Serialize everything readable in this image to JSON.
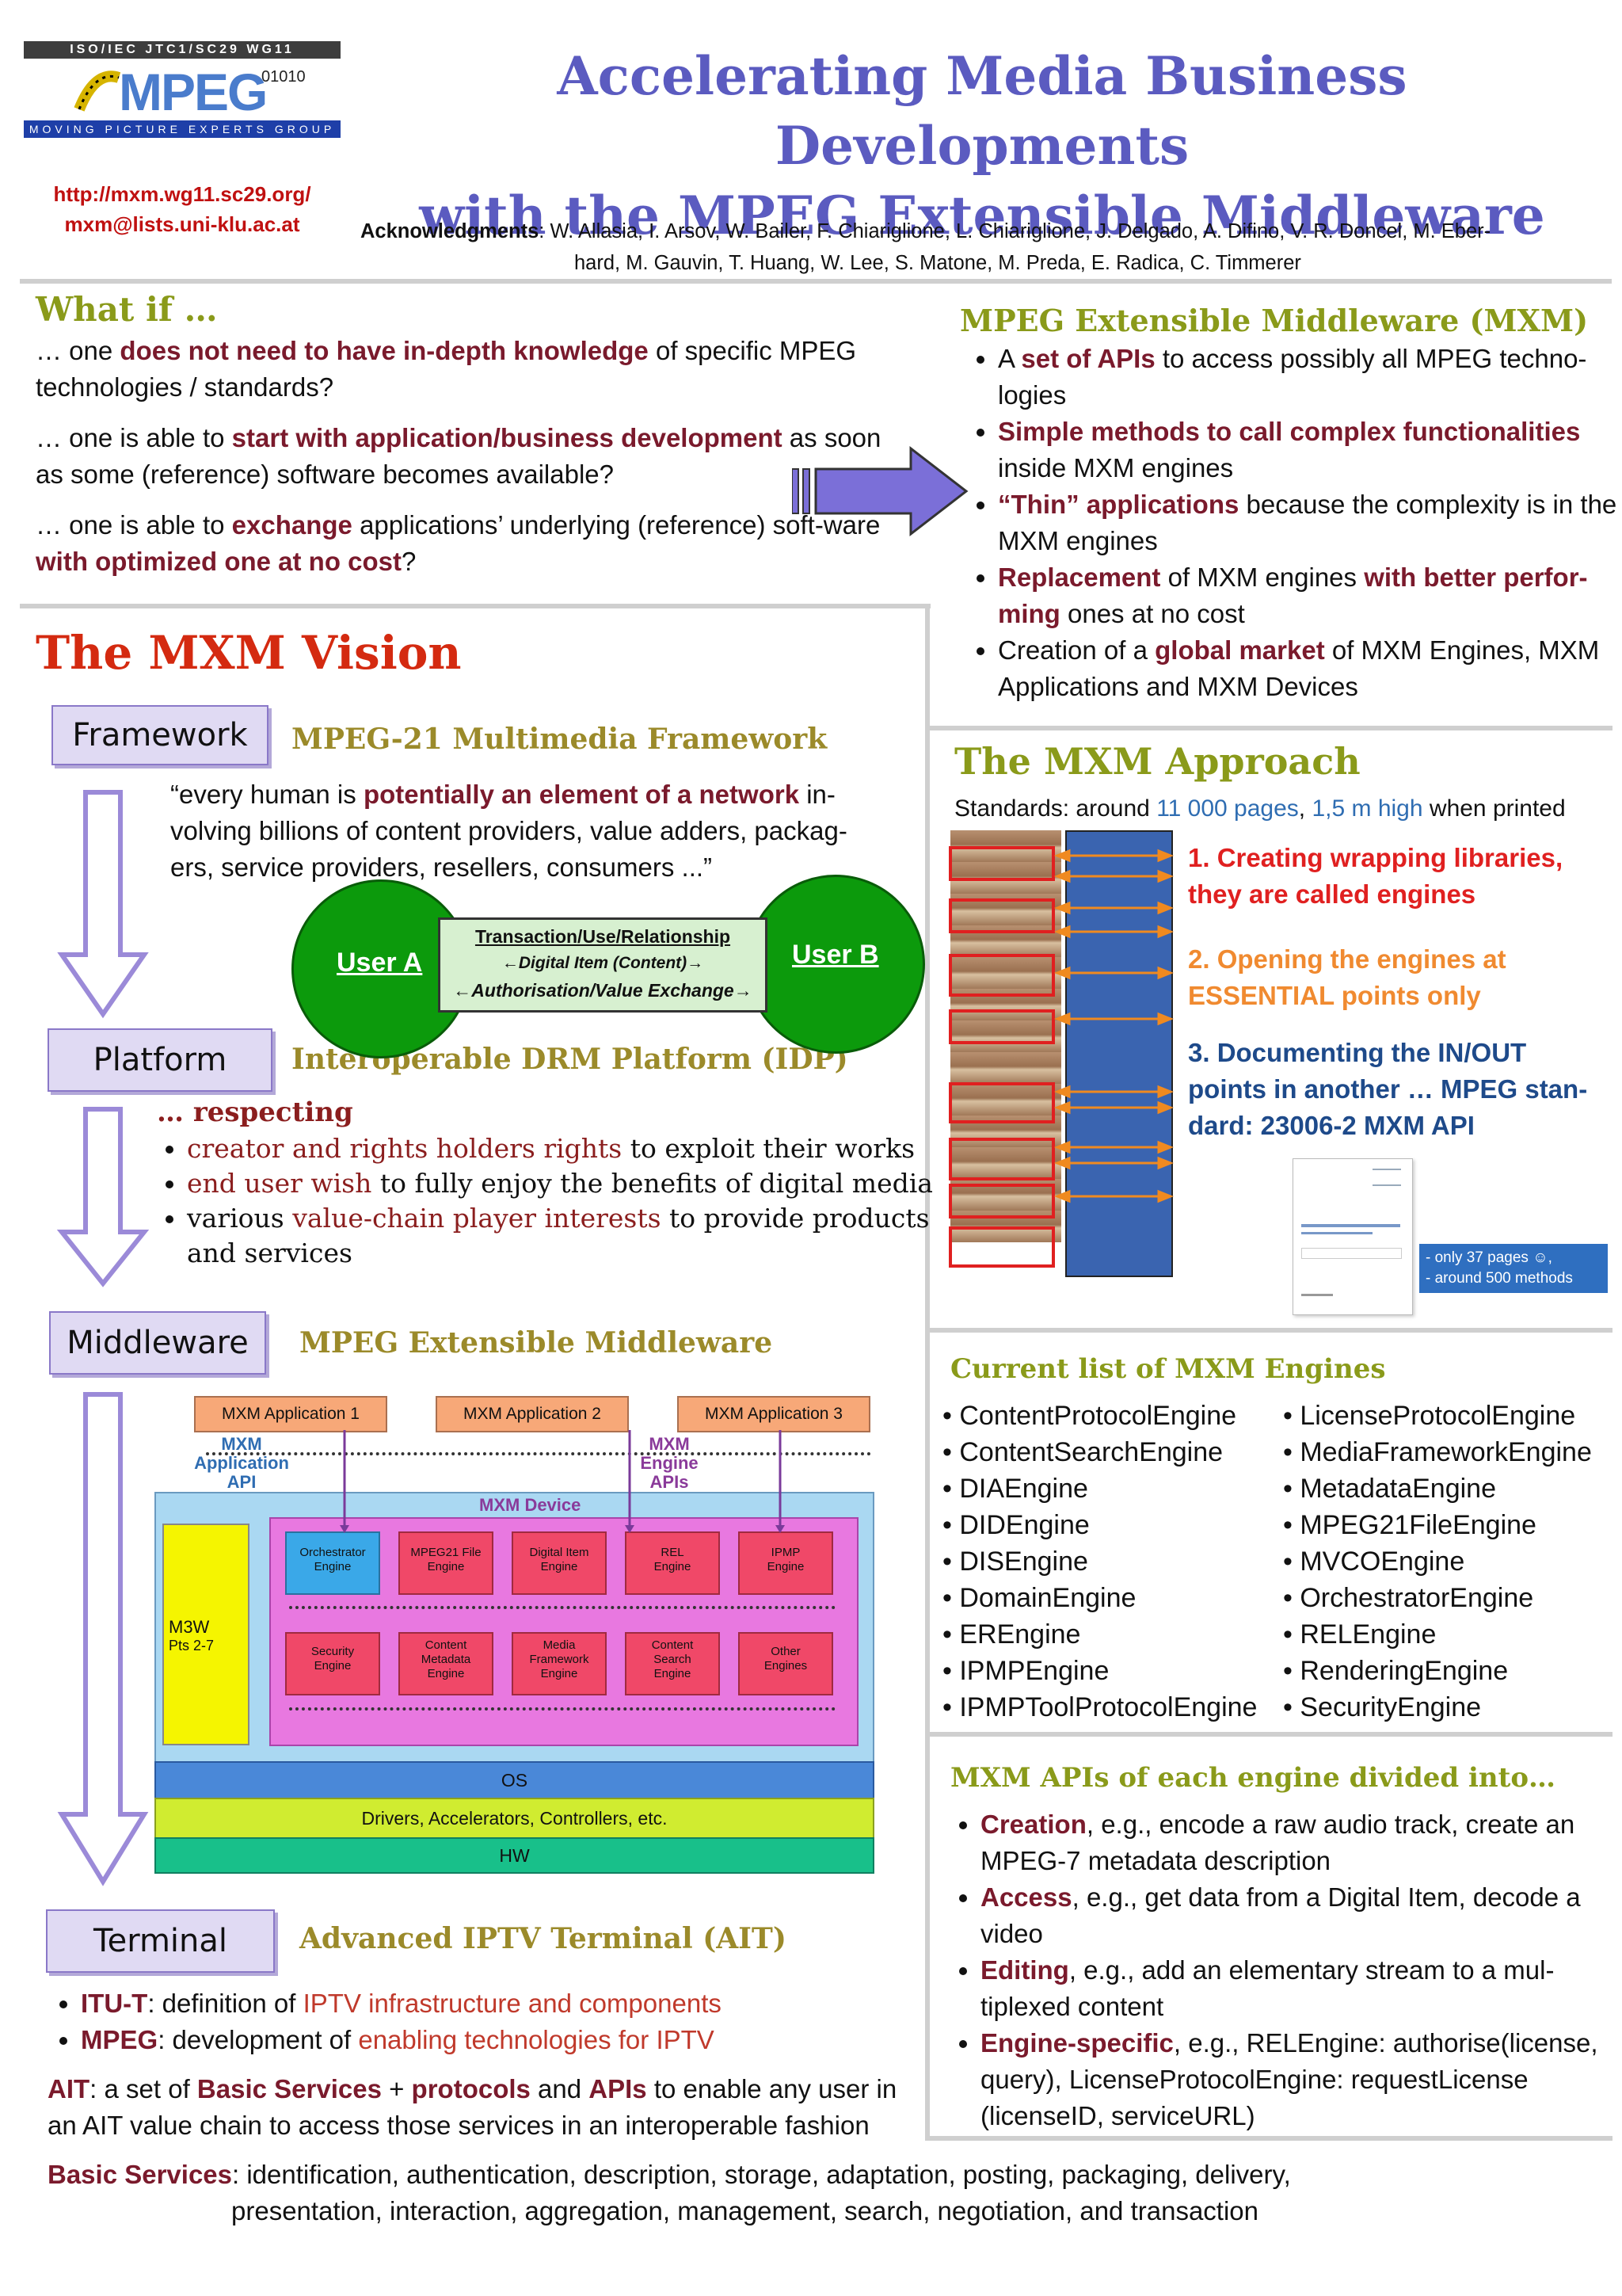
{
  "header": {
    "logo_top": "ISO/IEC JTC1/SC29 WG11",
    "logo_main": "MPEG",
    "logo_bits": "01010",
    "logo_bottom": "MOVING PICTURE EXPERTS GROUP",
    "url": "http://mxm.wg11.sc29.org/",
    "email": "mxm@lists.uni-klu.ac.at",
    "title_line1": "Accelerating Media Business Developments",
    "title_line2": "with the MPEG Extensible Middleware",
    "ack_label": "Acknowledgments",
    "ack_line1": ": W. Allasia, I. Arsov, W. Bailer, F. Chiariglione, L. Chiariglione, J. Delgado, A. Difino, V. R. Doncel, M. Eber-",
    "ack_line2": "hard, M. Gauvin, T. Huang, W. Lee, S. Matone, M. Preda, E. Radica, C. Timmerer"
  },
  "whatif": {
    "heading": "What if …",
    "q1_a": "… one ",
    "q1_b": "does not need to have in-depth knowledge",
    "q1_c": " of specific MPEG technologies / standards?",
    "q2_a": "… one is able to ",
    "q2_b": "start with application/business development",
    "q2_c": " as soon as some (reference) software becomes available?",
    "q3_a": "… one is able to ",
    "q3_b": "exchange",
    "q3_c": " applications’ underlying (reference) soft-ware ",
    "q3_d": "with optimized one at no cost",
    "q3_e": "?"
  },
  "mxm_box": {
    "heading": "MPEG Extensible Middleware (MXM)",
    "b1_a": "A ",
    "b1_b": "set of APIs",
    "b1_c": " to access possibly all MPEG techno-logies",
    "b2_a": "Simple methods to call complex functionalities",
    "b2_b": " inside MXM engines",
    "b3_a": "“Thin” applications",
    "b3_b": " because the complexity is in the MXM engines",
    "b4_a": "Replacement",
    "b4_b": " of MXM engines ",
    "b4_c": "with better perfor-ming",
    "b4_d": " ones at no cost",
    "b5_a": "Creation of a ",
    "b5_b": "global market",
    "b5_c": " of MXM Engines, MXM Applications and MXM Devices"
  },
  "vision": {
    "heading": "The MXM Vision",
    "framework_label": "Framework",
    "framework_title": "MPEG-21 Multimedia Framework",
    "quote_a": "“every human is ",
    "quote_b": "potentially an element of a network",
    "quote_c": " in-volving billions of content providers, value adders, packag-ers, service providers, resellers, consumers ...”",
    "user_a": "User A",
    "user_b": "User B",
    "transaction": "Transaction/Use/Relationship",
    "digital_item": "←Digital Item (Content)→",
    "authorisation": "←Authorisation/Value Exchange→",
    "platform_label": "Platform",
    "platform_title": "Interoperable DRM Platform (IDP)",
    "respecting": "… respecting",
    "r1_a": "creator and rights holders rights",
    "r1_b": " to exploit their works",
    "r2_a": "end user wish",
    "r2_b": " to fully enjoy the benefits of digital media",
    "r3_a": "various ",
    "r3_b": "value-chain player interests",
    "r3_c": " to provide products and services",
    "middleware_label": "Middleware",
    "middleware_title": "MPEG Extensible Middleware",
    "terminal_label": "Terminal",
    "terminal_title": "Advanced IPTV Terminal (AIT)",
    "t1_a": "ITU-T",
    "t1_b": ": definition of ",
    "t1_c": "IPTV infrastructure and components",
    "t2_a": "MPEG",
    "t2_b": ": development of ",
    "t2_c": "enabling technologies for IPTV",
    "ait_a": "AIT",
    "ait_b": ": a set of ",
    "ait_c": "Basic Services",
    "ait_d": " + ",
    "ait_e": "protocols",
    "ait_f": " and ",
    "ait_g": "APIs",
    "ait_h": " to enable any user in an AIT value chain to access those services in an interoperable fashion",
    "bs_label": "Basic Services",
    "bs_line1": ": identification, authentication, description, storage, adaptation, posting, packaging, delivery,",
    "bs_line2": "presentation, interaction, aggregation, management, search, negotiation, and transaction"
  },
  "diagram": {
    "app1": "MXM Application 1",
    "app2": "MXM Application 2",
    "app3": "MXM Application 3",
    "app_api_1": "MXM",
    "app_api_2": "Application",
    "app_api_3": "API",
    "eng_api_1": "MXM",
    "eng_api_2": "Engine",
    "eng_api_3": "APIs",
    "device": "MXM Device",
    "m3w_1": "M3W",
    "m3w_2": "Pts 2-7",
    "e_orch_1": "Orchestrator",
    "e_orch_2": "Engine",
    "e_mpeg21_1": "MPEG21 File",
    "e_mpeg21_2": "Engine",
    "e_di_1": "Digital Item",
    "e_di_2": "Engine",
    "e_rel_1": "REL",
    "e_rel_2": "Engine",
    "e_ipmp_1": "IPMP",
    "e_ipmp_2": "Engine",
    "e_sec_1": "Security",
    "e_sec_2": "Engine",
    "e_cm_1": "Content",
    "e_cm_2": "Metadata",
    "e_cm_3": "Engine",
    "e_mf_1": "Media",
    "e_mf_2": "Framework",
    "e_mf_3": "Engine",
    "e_cs_1": "Content",
    "e_cs_2": "Search",
    "e_cs_3": "Engine",
    "e_other_1": "Other",
    "e_other_2": "Engines",
    "os": "OS",
    "drivers": "Drivers, Accelerators, Controllers, etc.",
    "hw": "HW"
  },
  "approach": {
    "heading": "The MXM Approach",
    "std_a": "Standards: around ",
    "std_b": "11 000 pages",
    "std_c": ", ",
    "std_d": "1,5 m high",
    "std_e": " when printed",
    "s1_a": "1. Creating wrapping libraries,",
    "s1_b": "they are called engines",
    "s2_a": "2. Opening the engines at",
    "s2_b": "ESSENTIAL points only",
    "s3_a": "3. Documenting the IN/OUT",
    "s3_b": "points in another … MPEG stan-",
    "s3_c": "dard: 23006-2 MXM API",
    "note_1": "- only 37 pages ☺,",
    "note_2": "- around 500 methods"
  },
  "engines": {
    "heading": "Current list of MXM Engines",
    "left": [
      "ContentProtocolEngine",
      "ContentSearchEngine",
      "DIAEngine",
      "DIDEngine",
      "DISEngine",
      "DomainEngine",
      "EREngine",
      "IPMPEngine",
      "IPMPToolProtocolEngine"
    ],
    "right": [
      "LicenseProtocolEngine",
      "MediaFrameworkEngine",
      "MetadataEngine",
      "MPEG21FileEngine",
      "MVCOEngine",
      "OrchestratorEngine",
      "RELEngine",
      "RenderingEngine",
      "SecurityEngine"
    ]
  },
  "apis": {
    "heading": "MXM APIs of each engine divided into…",
    "a1_a": "Creation",
    "a1_b": ", e.g., encode a raw audio track, create an MPEG-7 metadata description",
    "a2_a": "Access",
    "a2_b": ", e.g., get data from a Digital Item, decode a video",
    "a3_a": "Editing",
    "a3_b": ", e.g., add an elementary stream to a mul-tiplexed content",
    "a4_a": "Engine-specific",
    "a4_b": ", e.g., RELEngine: authorise(license, query), LicenseProtocolEngine: requestLicense (licenseID, serviceURL)"
  }
}
